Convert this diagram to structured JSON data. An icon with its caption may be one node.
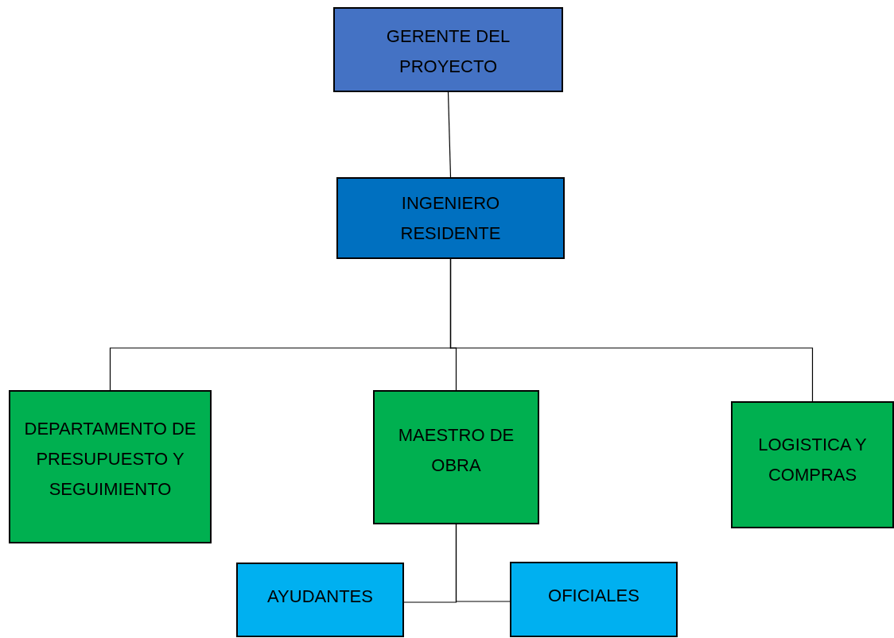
{
  "diagram": {
    "nodes": [
      {
        "text": [
          "GERENTE DEL PROYECTO"
        ]
      },
      {
        "text": [
          "INGENIERO RESIDENTE"
        ]
      },
      {
        "text": [
          "DEPARTAMENTO DE PRESUPUESTO Y SEGUIMIENTO"
        ]
      },
      {
        "text": [
          "MAESTRO DE OBRA"
        ]
      },
      {
        "text": [
          "LOGISTICA Y COMPRAS"
        ]
      },
      {
        "text": [
          "AYUDANTES"
        ]
      },
      {
        "text": [
          "OFICIALES"
        ]
      }
    ],
    "edges": [
      {
        "from": 0,
        "to": 1,
        "arrow": "none"
      },
      {
        "from": 1,
        "to": 2,
        "arrow": "none"
      },
      {
        "from": 1,
        "to": 3,
        "arrow": "none"
      },
      {
        "from": 1,
        "to": 4,
        "arrow": "none"
      },
      {
        "from": 3,
        "to": 5,
        "arrow": "none"
      },
      {
        "from": 3,
        "to": 6,
        "arrow": "none"
      }
    ]
  }
}
